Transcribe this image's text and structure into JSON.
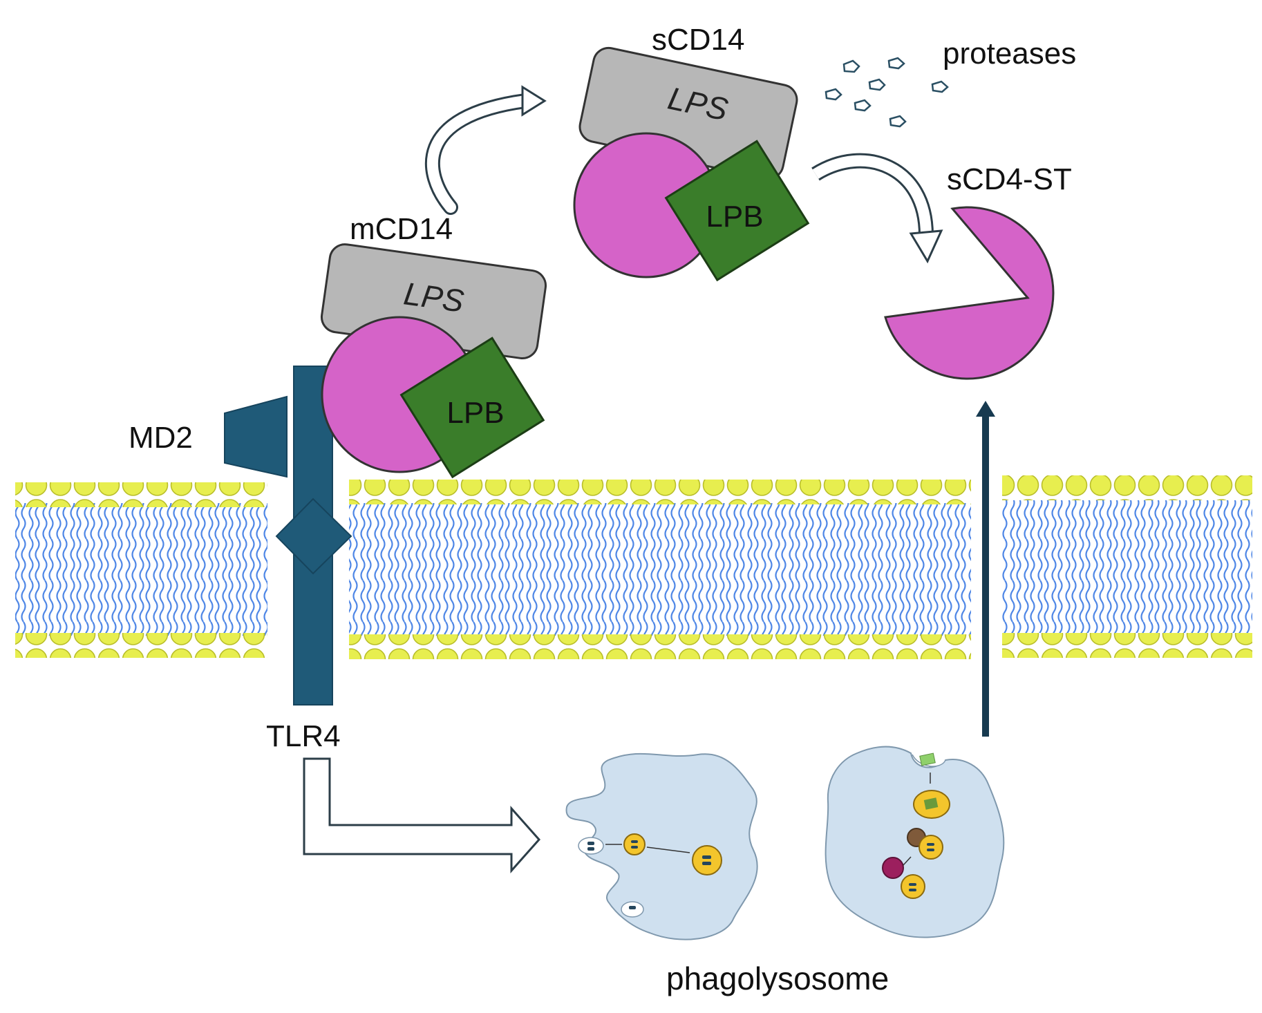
{
  "labels": {
    "scd14": "sCD14",
    "proteases": "proteases",
    "lps_top": "LPS",
    "lpb_top": "LPB",
    "scd4st": "sCD4-ST",
    "mcd14": "mCD14",
    "lps_mid": "LPS",
    "lpb_mid": "LPB",
    "md2": "MD2",
    "tlr4": "TLR4",
    "phagolysosome": "phagolysosome"
  },
  "colors": {
    "cd14": "#d563c8",
    "lps": "#b7b7b7",
    "lpb": "#3a7d2a",
    "receptor": "#1f5a78",
    "head": "#e7ee4f",
    "tail": "#4f87e6",
    "cell": "#cfe0ef"
  }
}
